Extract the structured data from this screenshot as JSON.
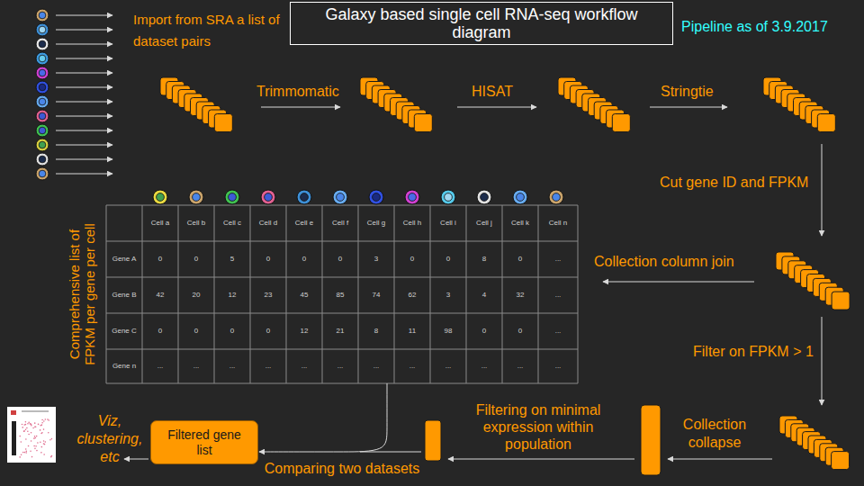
{
  "diagram": {
    "title": "Galaxy based single cell RNA-seq workflow diagram",
    "nodes": [
      {
        "text": [
          "Comprehensive list of FPKM per gene per cell"
        ]
      },
      {
        "text": [
          "Filtered gene list"
        ]
      }
    ],
    "edges": [
      {
        "from": 0,
        "to": 1,
        "arrow": "to",
        "label": "Comparing two datasets"
      }
    ],
    "labels": [
      "Pipeline as of 3.9.2017",
      "Import from SRA a list of dataset pairs",
      "Trimmomatic",
      "HISAT",
      "Stringtie",
      "Cut gene ID and FPKM",
      "Collection column join",
      "Filter on FPKM > 1",
      "Collection collapse",
      "Filtering on minimal expression within population",
      "Viz, clustering, etc",
      "Cell a",
      "Cell b",
      "Cell c",
      "Cell d",
      "Cell e",
      "Cell f",
      "Cell g",
      "Cell h",
      "Cell i",
      "Cell j",
      "Cell k",
      "Cell n",
      "Gene A",
      "0",
      "0",
      "5",
      "0",
      "0",
      "0",
      "3",
      "0",
      "0",
      "8",
      "0",
      "...",
      "Gene B",
      "42",
      "20",
      "12",
      "23",
      "45",
      "85",
      "74",
      "62",
      "3",
      "4",
      "32",
      "...",
      "Gene C",
      "0",
      "0",
      "0",
      "0",
      "12",
      "21",
      "8",
      "11",
      "98",
      "0",
      "0",
      "...",
      "Gene n",
      "...",
      "...",
      "...",
      "...",
      "...",
      "...",
      "...",
      "...",
      "...",
      "...",
      "...",
      "..."
    ]
  }
}
